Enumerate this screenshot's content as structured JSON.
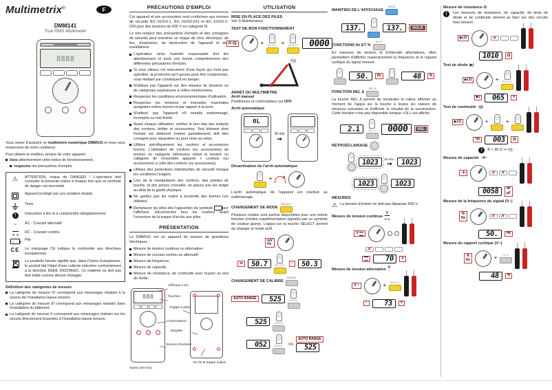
{
  "brand": {
    "name": "Multimetrix",
    "mark": "©",
    "model": "DMM141",
    "subtitle": "True RMS Multimeter",
    "lang": "F"
  },
  "c1": {
    "intro_pre": "Vous venez d'acquérir un ",
    "intro_bold": "multimètre numérique DMM141",
    "intro_post": " et nous vous remercions de votre confiance.",
    "service": "Pour obtenir le meilleur service de votre appareil :",
    "s1_lead": "lisez",
    "s1_rest": " attentivement cette notice de fonctionnement,",
    "s2_lead": "respectez",
    "s2_rest": " les précautions d'emploi.",
    "ac_glyph": "~",
    "ce_glyph": "CE",
    "sym": [
      {
        "text": "ATTENTION, risque de DANGER ! L'opérateur doit consulter la présente notice à chaque fois que ce symbole de danger est rencontré."
      },
      {
        "text": "Appareil protégé par une isolation double."
      },
      {
        "text": "Terre."
      },
      {
        "text": "Instruction à lire et à comprendre obligatoirement."
      },
      {
        "text": "AC - Courant alternatif"
      },
      {
        "text": "DC - Courant continu"
      },
      {
        "text": "Pile"
      },
      {
        "text": "Le marquage CE indique la conformité aux directives européennes."
      },
      {
        "text": "La poubelle barrée signifie que, dans l'Union Européenne, le produit fait l'objet d'une collecte sélective conformément à la directive DEEE 2002/96/EC. Ce matériel ne doit pas être traité comme déchet ménager."
      }
    ],
    "cat_title": "Définition des catégories de mesure",
    "cat": [
      "La catégorie de mesure IV correspond aux mesurages réalisés à la source de l'installation basse tension.",
      "La catégorie de mesure III correspond aux mesurages réalisés dans l'installation du bâtiment.",
      "La catégorie de mesure II correspond aux mesurages réalisés sur les circuits directement branchés à l'installation basse tension."
    ]
  },
  "c2": {
    "title": "PRÉCAUTIONS D'EMPLOI",
    "p1": "Cet appareil et ses accessoires sont conformes aux normes de sécurité IEC 61010-1, IEC 61010-031 et IEC 61010-2-033 pour des tensions de 600 V en catégorie III.",
    "p2": "Le non-respect des précautions d'emploi et des consignes de sécurité peut entraîner un risque de choc électrique, de feu, d'explosion, de destruction de l'appareil et des installations.",
    "b": [
      "L'opérateur et/ou l'autorité responsable doit lire attentivement et avoir une bonne compréhension des différentes précautions d'emploi.",
      "Si vous utilisez cet instrument d'une façon qui n'est pas spécifiée, la protection qu'il assure peut être compromise, vous mettant par conséquent en danger.",
      "N'utilisez pas l'appareil sur des réseaux de tensions ou de catégories supérieures à celles mentionnées.",
      "Respectez les conditions environnementales d'utilisation.",
      "Respectez les tensions et intensités maximales assignées entres bornes et par rapport à la terre.",
      "N'utilisez pas l'appareil s'il semble endommagé, incomplet ou mal fermé.",
      "Avant chaque utilisation, vérifiez le bon état des isolants des cordons, boîtier et accessoires. Tout élément dont l'isolant est détérioré (même partiellement) doit être consigné pour réparation ou pour mise au rebut.",
      "Utilisez spécifiquement les cordons et accessoires fournis. L'utilisation de cordons (ou accessoires) de tension ou catégorie inférieures réduit la tension ou catégorie de l'ensemble appareil + cordons (ou accessoires) à celle des cordons (ou accessoires).",
      "Utilisez des protections individuelles de sécurité lorsque les conditions l'exigent.",
      "Lors de la manipulation des cordons, des pointes de touche, et des pinces crocodile, ne placez pas les doigts au-delà de la garde physique.",
      "Ne gardez pas les mains à proximité des bornes non utilisées."
    ],
    "b12a": "Remplacez les piles dès l'apparition du symbole",
    "b12b": "sur l'afficheur. Déconnectez tous les cordons avant l'ouverture de la trappe d'accès aux piles.",
    "pres_title": "PRÉSENTATION",
    "pres_intro": "Le DMM141 est un appareil de mesure de grandeurs électriques :",
    "pres": [
      "Mesure de tension continue ou alternative;",
      "Mesure de courant continu ou alternatif;",
      "Mesure de fréquence;",
      "Mesure de capacité;",
      "Mesure de résistance, de continuité avec buzzer ou test de diode."
    ],
    "lab": [
      "Afficheur LCD",
      "Touches",
      "Trappe à piles",
      "Commutateur",
      "Béquille",
      "Bornes d'entrées",
      "Gaine anti-choc",
      "Vis de la trappe à piles"
    ]
  },
  "c3": {
    "title": "UTILISATION",
    "s1": "MISE EN PLACE DES PILES",
    "s1t": "Voir § Maintenance.",
    "s2": "TEST DE BON FONCTIONNEMENT",
    "selftest": "0000",
    "s3": "ARRÊT DU MULTIMÈTRE",
    "s3a": "Arrêt manuel",
    "s3a_pre": "Positionnez le commutateur sur ",
    "s3a_off": "OFF.",
    "s3b": "Arrêt automatique",
    "ol": "0L",
    "delay30": "30 min",
    "s3c": "Désactivation de l'arrêt automatique",
    "s3t": "L'arrêt automatique de l'appareil est réactivé au redémarrage.",
    "s4": "CHANGEMENT DE MODE",
    "s4t": "Plusieurs modes sont parfois disponibles pour une même fonction (modes supplémentaires signalés par un symbole de couleur jaune). L'appui sur la touche SELECT permet de changer le mode actif.",
    "mode_dc": "50.7",
    "mode_ac": "50.3",
    "milli": "m",
    "tilde": "~",
    "s5": "CHANGEMENT DE CALIBRE",
    "cal1": "525",
    "cal2": "525",
    "cal3": "052",
    "cal4": "525",
    "gt2s": ">2s",
    "auto_range": "AUTO RANGE",
    "select": "SELECT",
    "range": "RANGE"
  },
  "c4": {
    "s1": "MAINTIEN DE L'AFFICHAGE",
    "hold": "HOLD",
    "v137a": "137.",
    "v137b": "137.",
    "s2": "FONCTIONS Hz ET %",
    "hzpct": "Hz %",
    "s2t": "En mesures de tension et d'intensité alternatives, elles permettent d'afficher respectivement la fréquence et le rapport cyclique du signal mesuré.",
    "hz_val": "50.",
    "hz": "Hz",
    "pct_val": "48",
    "pct": "%",
    "s3": "FONCTION REL Δ",
    "rel_lab": "REL Δ",
    "rel": "REL",
    "s3t": "La touche REL Δ permet de soustraire la valeur affichée au moment de l'appui sur la touche à toutes les valeurs de mesures suivantes et d'afficher le résultat de la soustraction. Cette fonction n'est pas disponible lorsque «OL» est affiché.",
    "rel_before": "2.1",
    "rel_after": "0000",
    "s4": "RÉTROÉCLAIRAGE",
    "bl": "1023",
    "bl_delay": "60 sec.",
    "s5": "MESURES",
    "warn": "La tension d'entrée ne doit pas dépasser 600 V.",
    "s6": "Mesure de tension continue",
    "vdc": "V",
    "dc_val": "70",
    "volt": "V",
    "s7": "Mesure de tension alternative",
    "vac": "V",
    "ac_val": "73",
    "tilde": "~"
  },
  "c5": {
    "s1": "Mesure de résistance Ω",
    "note1": "Les mesures de résistance, de capacité, de tests de diode et de continuité doivent se faire sur des circuits hors tension.",
    "res": "1010",
    "ohm": "Ω",
    "s2": "Test de diode",
    "dio": "065",
    "volt": "V",
    "s3": "Test de continuité",
    "cont": "003",
    "note2": "R < 90 Ω ⇒",
    "s4": "Mesure de capacité",
    "cap": "0058",
    "nf": "nF",
    "uf": "µF",
    "s5": "Mesure de la fréquence du signal (V~)",
    "freq": "50.",
    "hz": "Hz",
    "s6": "Mesure du rapport cyclique (V~)",
    "duty": "48",
    "pct": "%",
    "buzz": "•)))",
    "diode_glyph": "▶|",
    "cap_glyph": "⊣⊢"
  }
}
